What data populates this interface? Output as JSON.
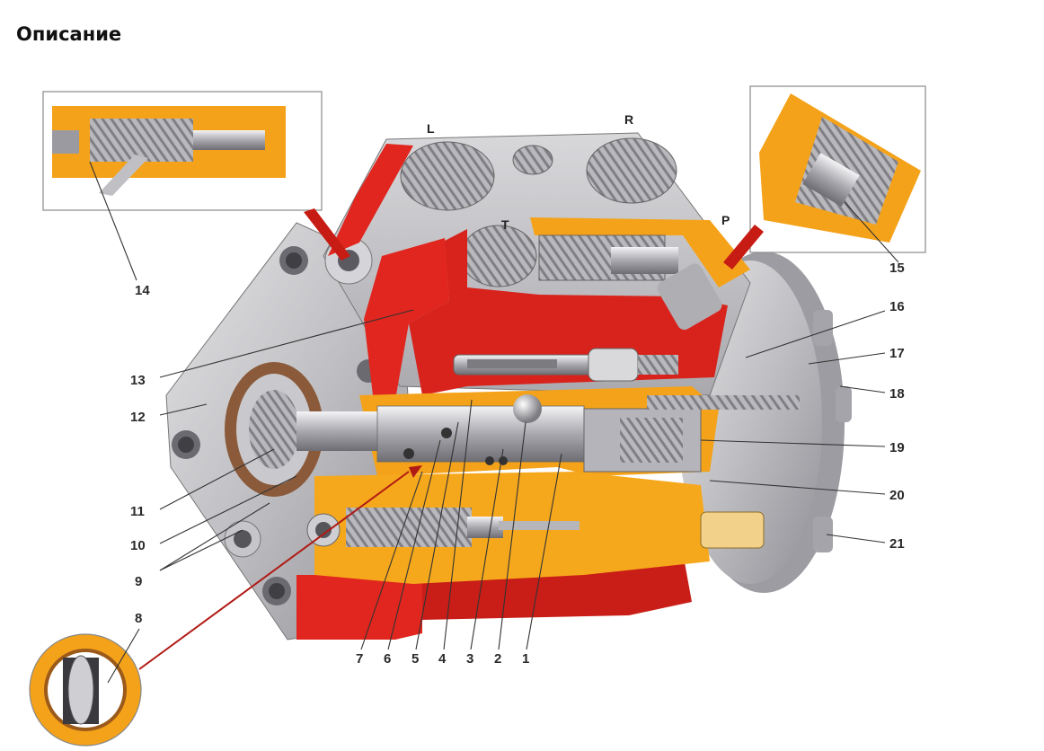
{
  "page": {
    "title": "Описание"
  },
  "ports": {
    "L": "L",
    "R": "R",
    "T": "T",
    "P": "P"
  },
  "callouts": {
    "c1": "1",
    "c2": "2",
    "c3": "3",
    "c4": "4",
    "c5": "5",
    "c6": "6",
    "c7": "7",
    "c8": "8",
    "c9": "9",
    "c10": "10",
    "c11": "11",
    "c12": "12",
    "c13": "13",
    "c14": "14",
    "c15": "15",
    "c16": "16",
    "c17": "17",
    "c18": "18",
    "c19": "19",
    "c20": "20",
    "c21": "21"
  },
  "colors": {
    "body_gray": "#c9c9cc",
    "cut_red": "#e0261e",
    "cut_orange": "#f4a21a",
    "steel": "#9a9aa0",
    "inset_border": "#8a8a8a"
  }
}
